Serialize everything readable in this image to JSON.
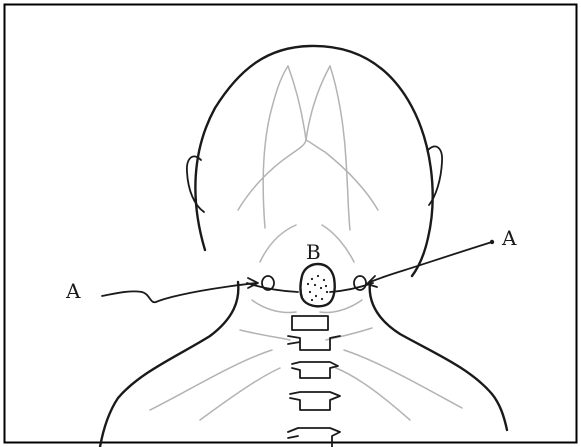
{
  "labels": {
    "left_point": "A",
    "right_point": "A",
    "center_point": "B"
  },
  "colors": {
    "ink": "#1a1a1a",
    "muscle_lines": "#b3b3b3",
    "background": "#ffffff",
    "frame": "#000000"
  }
}
